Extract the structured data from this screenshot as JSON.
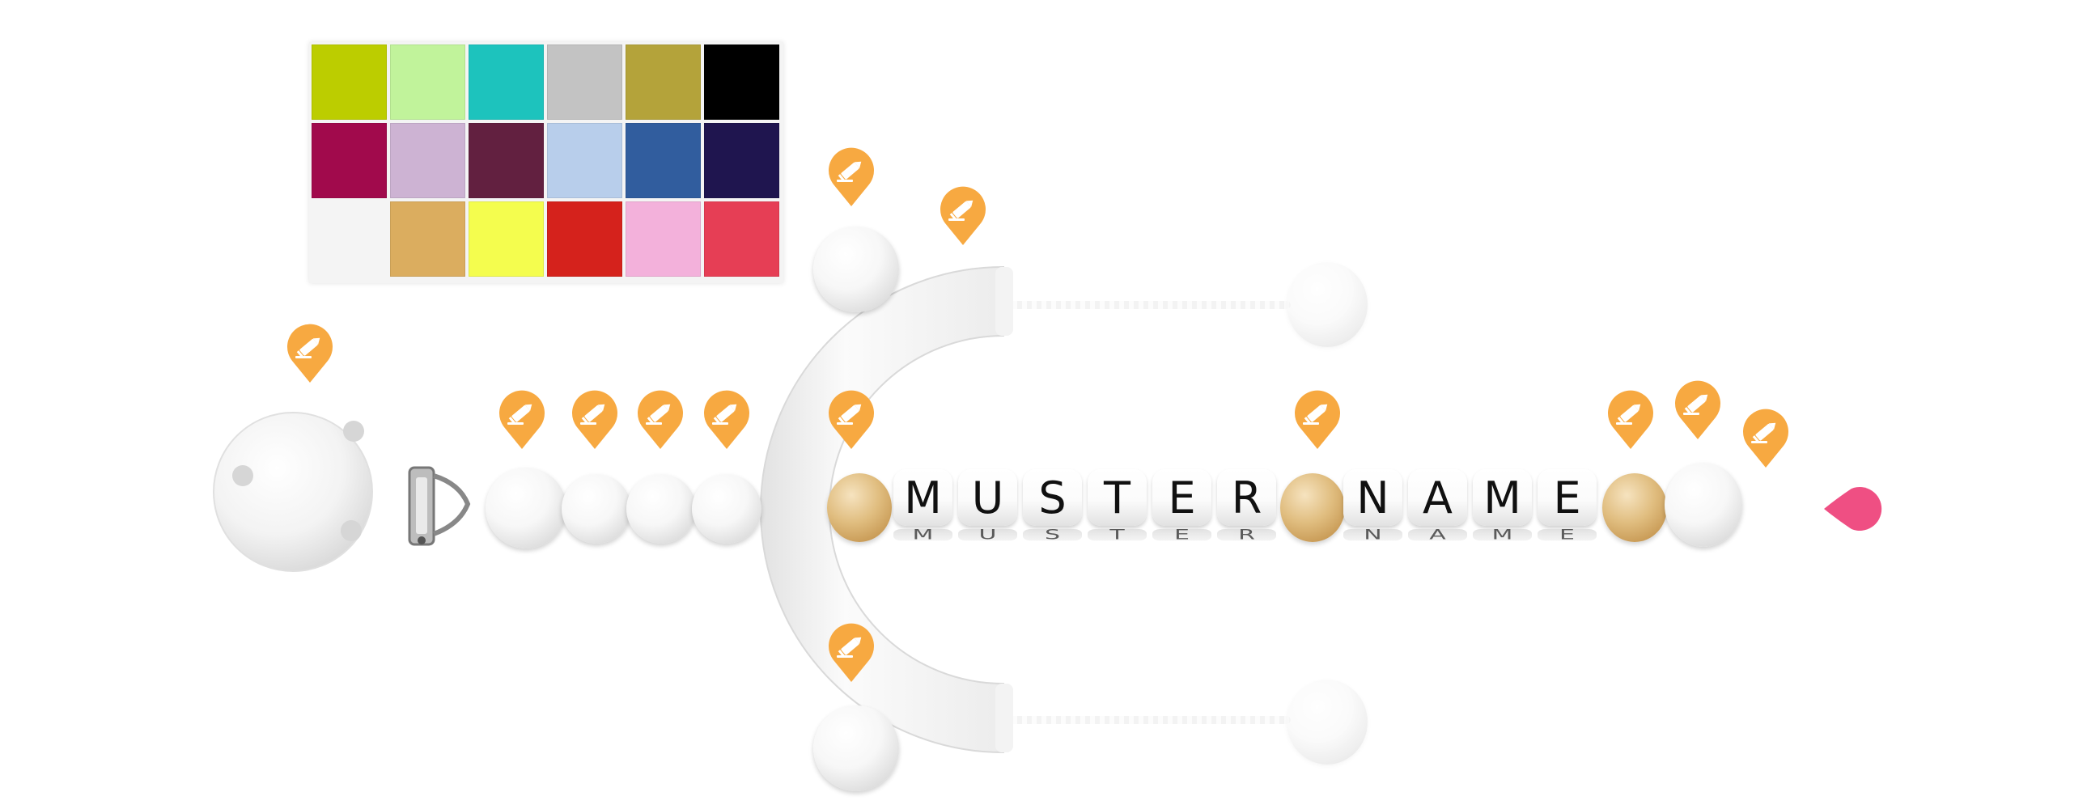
{
  "palette": {
    "colors": [
      "#bccd00",
      "#c1f39b",
      "#1dc3bd",
      "#c3c3c3",
      "#b4a33a",
      "#000000",
      "#a10a4c",
      "#cdb3d3",
      "#622040",
      "#b8ceeb",
      "#315d9e",
      "#1f154f",
      "#dbad5f",
      "#f4fd4e",
      "#d5221c",
      "#f3b1db",
      "#e63e55"
    ]
  },
  "name_beads": {
    "word1": [
      "M",
      "U",
      "S",
      "T",
      "E",
      "R"
    ],
    "word2": [
      "N",
      "A",
      "M",
      "E"
    ]
  },
  "edit_icon": "pencil-icon",
  "accent_color": "#f7a941",
  "end_marker_color": "#ef4f83"
}
